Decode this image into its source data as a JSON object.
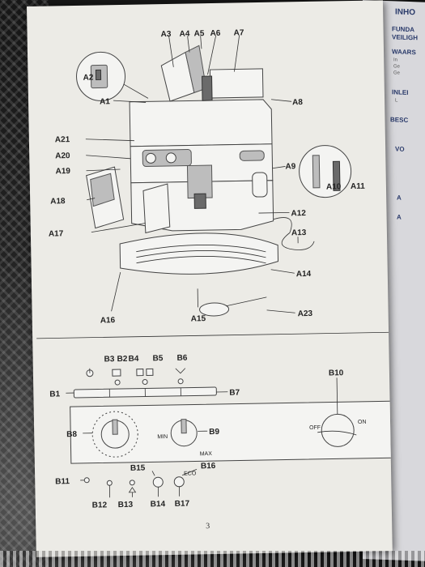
{
  "back_page": {
    "lines": [
      "INHO",
      "FUNDA",
      "VEILIGH",
      "WAARS",
      "In",
      "Ge",
      "Ge",
      "INLEI",
      "L",
      "BESC",
      "VO",
      "A",
      "A"
    ]
  },
  "page_number": "3",
  "labels_top": {
    "A1": "A1",
    "A2": "A2",
    "A3": "A3",
    "A4": "A4",
    "A5": "A5",
    "A6": "A6",
    "A7": "A7",
    "A8": "A8",
    "A9": "A9",
    "A10": "A10",
    "A11": "A11",
    "A12": "A12",
    "A13": "A13",
    "A14": "A14",
    "A15": "A15",
    "A16": "A16",
    "A17": "A17",
    "A18": "A18",
    "A19": "A19",
    "A20": "A20",
    "A21": "A21",
    "A23": "A23"
  },
  "labels_panel": {
    "B1": "B1",
    "B2": "B2",
    "B3": "B3",
    "B4": "B4",
    "B5": "B5",
    "B6": "B6",
    "B7": "B7",
    "B8": "B8",
    "B9": "B9",
    "B10": "B10",
    "B11": "B11",
    "B12": "B12",
    "B13": "B13",
    "B14": "B14",
    "B15": "B15",
    "B16": "B16",
    "B17": "B17"
  },
  "panel_text": {
    "min": "MIN",
    "max": "MAX",
    "off": "OFF",
    "on": "ON",
    "eco": "ECO"
  }
}
